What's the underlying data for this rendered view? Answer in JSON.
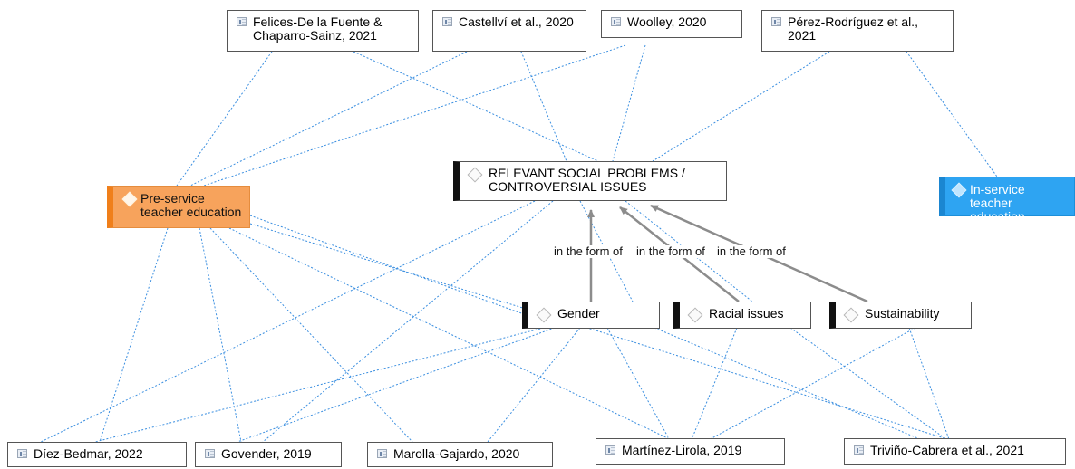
{
  "references": {
    "felices": "Felices-De la Fuente & Chaparro-Sainz, 2021",
    "castellvi": "Castellví et al., 2020",
    "woolley": "Woolley, 2020",
    "perez": "Pérez-Rodríguez et al., 2021",
    "diez": "Díez-Bedmar, 2022",
    "govender": "Govender, 2019",
    "marolla": "Marolla-Gajardo, 2020",
    "martinez": "Martínez-Lirola, 2019",
    "trivino": "Triviño-Cabrera et al., 2021"
  },
  "codes": {
    "central": "RELEVANT SOCIAL PROBLEMS / CONTROVERSIAL ISSUES",
    "preservice": "Pre-service teacher education",
    "inservice": "In-service teacher education",
    "gender": "Gender",
    "racial": "Racial issues",
    "sustainability": "Sustainability"
  },
  "relations": {
    "gender_label": "in the form of",
    "racial_label": "in the form of",
    "sustainability_label": "in the form of"
  },
  "colors": {
    "link": "#3b8fe0",
    "arrow": "#8c8c8c",
    "preservice": "#f7a35c",
    "inservice": "#2ea4f2"
  },
  "icons": {
    "reference": "document-icon",
    "code": "diamond-code-icon"
  }
}
